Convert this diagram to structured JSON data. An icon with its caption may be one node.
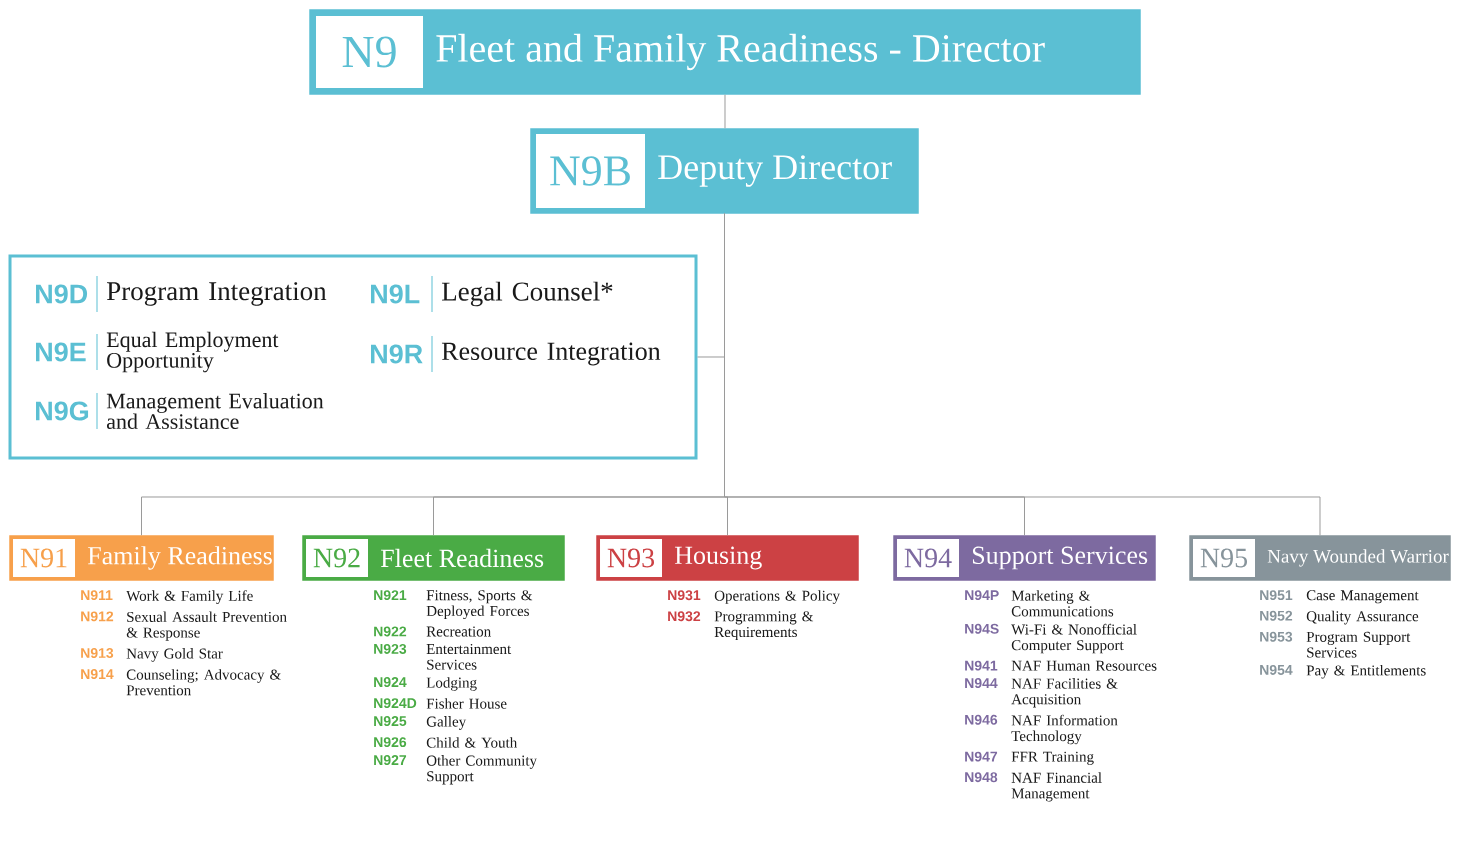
{
  "diagram": {
    "nodes": [
      {
        "text": [
          "N9",
          "Fleet and Family Readiness - Director"
        ]
      },
      {
        "text": [
          "N9B",
          "Deputy Director"
        ]
      },
      {
        "text": [
          "N9D",
          "Program Integration",
          "N9L",
          "Legal Counsel*",
          "N9E",
          "Equal Employment Opportunity",
          "N9R",
          "Resource Integration",
          "N9G",
          "Management Evaluation and Assistance"
        ]
      },
      {
        "text": [
          "N91",
          "Family Readiness"
        ],
        "beside": [
          "N911",
          "Work & Family Life",
          "N912",
          "Sexual Assault Prevention & Response",
          "N913",
          "Navy Gold Star",
          "N914",
          "Counseling; Advocacy & Prevention"
        ]
      },
      {
        "text": [
          "N92",
          "Fleet Readiness"
        ],
        "beside": [
          "N921",
          "Fitness, Sports & Deployed Forces",
          "N922",
          "Recreation",
          "N923",
          "Entertainment Services",
          "N924",
          "Lodging",
          "N924D",
          "Fisher House",
          "N925",
          "Galley",
          "N926",
          "Child & Youth",
          "N927",
          "Other Community Support"
        ]
      },
      {
        "text": [
          "N93",
          "Housing"
        ],
        "beside": [
          "N931",
          "Operations & Policy",
          "N932",
          "Programming & Requirements"
        ]
      },
      {
        "text": [
          "N94",
          "Support Services"
        ],
        "beside": [
          "N94P",
          "Marketing & Communications",
          "N94S",
          "Wi-Fi & Nonofficial Computer Support",
          "N941",
          "NAF Human Resources",
          "N944",
          "NAF Facilities & Acquisition",
          "N946",
          "NAF Information Technology",
          "N947",
          "FFR Training",
          "N948",
          "NAF Financial Management"
        ]
      },
      {
        "text": [
          "N95",
          "Navy Wounded Warrior"
        ],
        "beside": [
          "N951",
          "Case Management",
          "N952",
          "Quality Assurance",
          "N953",
          "Program Support Services",
          "N954",
          "Pay & Entitlements"
        ]
      }
    ],
    "edges": [
      {
        "from": 0,
        "to": 1,
        "arrow": "none"
      },
      {
        "from": 1,
        "to": 2,
        "arrow": "none"
      },
      {
        "from": 1,
        "to": 3,
        "arrow": "none"
      },
      {
        "from": 1,
        "to": 4,
        "arrow": "none"
      },
      {
        "from": 1,
        "to": 5,
        "arrow": "none"
      },
      {
        "from": 1,
        "to": 6,
        "arrow": "none"
      },
      {
        "from": 1,
        "to": 7,
        "arrow": "none"
      }
    ]
  }
}
